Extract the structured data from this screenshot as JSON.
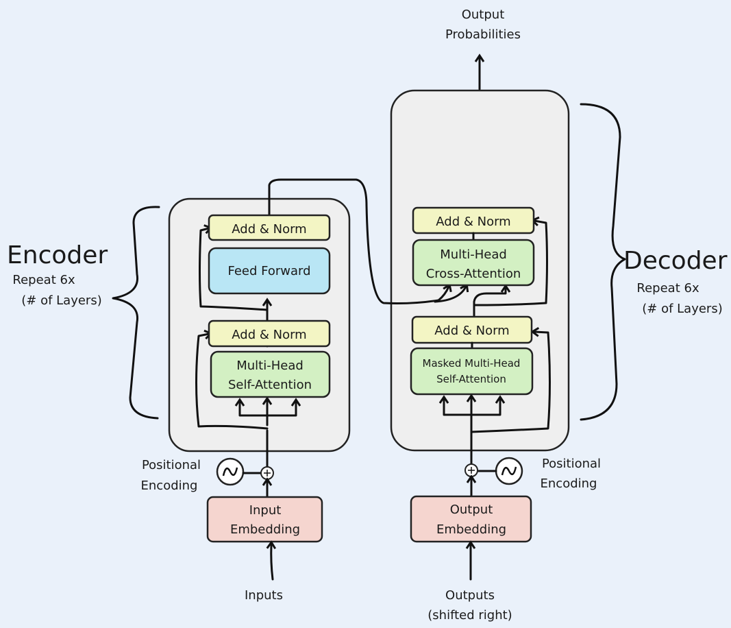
{
  "title": {
    "line1": "Output",
    "line2": "Probabilities"
  },
  "encoder": {
    "label": "Encoder",
    "repeat": "Repeat 6x",
    "layers": "(# of Layers)",
    "add_norm_top": "Add & Norm",
    "feed_forward": "Feed Forward",
    "add_norm_bottom": "Add & Norm",
    "attention": {
      "line1": "Multi-Head",
      "line2": "Self-Attention"
    },
    "embedding": {
      "line1": "Input",
      "line2": "Embedding"
    },
    "positional": {
      "line1": "Positional",
      "line2": "Encoding"
    },
    "input_label": "Inputs"
  },
  "decoder": {
    "label": "Decoder",
    "repeat": "Repeat 6x",
    "layers": "(# of Layers)",
    "add_norm_top": "Add & Norm",
    "cross_attention": {
      "line1": "Multi-Head",
      "line2": "Cross-Attention"
    },
    "add_norm_bottom": "Add & Norm",
    "masked_attention": {
      "line1": "Masked Multi-Head",
      "line2": "Self-Attention"
    },
    "embedding": {
      "line1": "Output",
      "line2": "Embedding"
    },
    "positional": {
      "line1": "Positional",
      "line2": "Encoding"
    },
    "output_label": {
      "line1": "Outputs",
      "line2": "(shifted right)"
    }
  },
  "colors": {
    "background": "#eaf1fa",
    "container": "#efefef",
    "add_norm": "#f3f5c4",
    "attention": "#d3f0c3",
    "feed_forward": "#b9e6f5",
    "embedding": "#f5d5cf"
  }
}
